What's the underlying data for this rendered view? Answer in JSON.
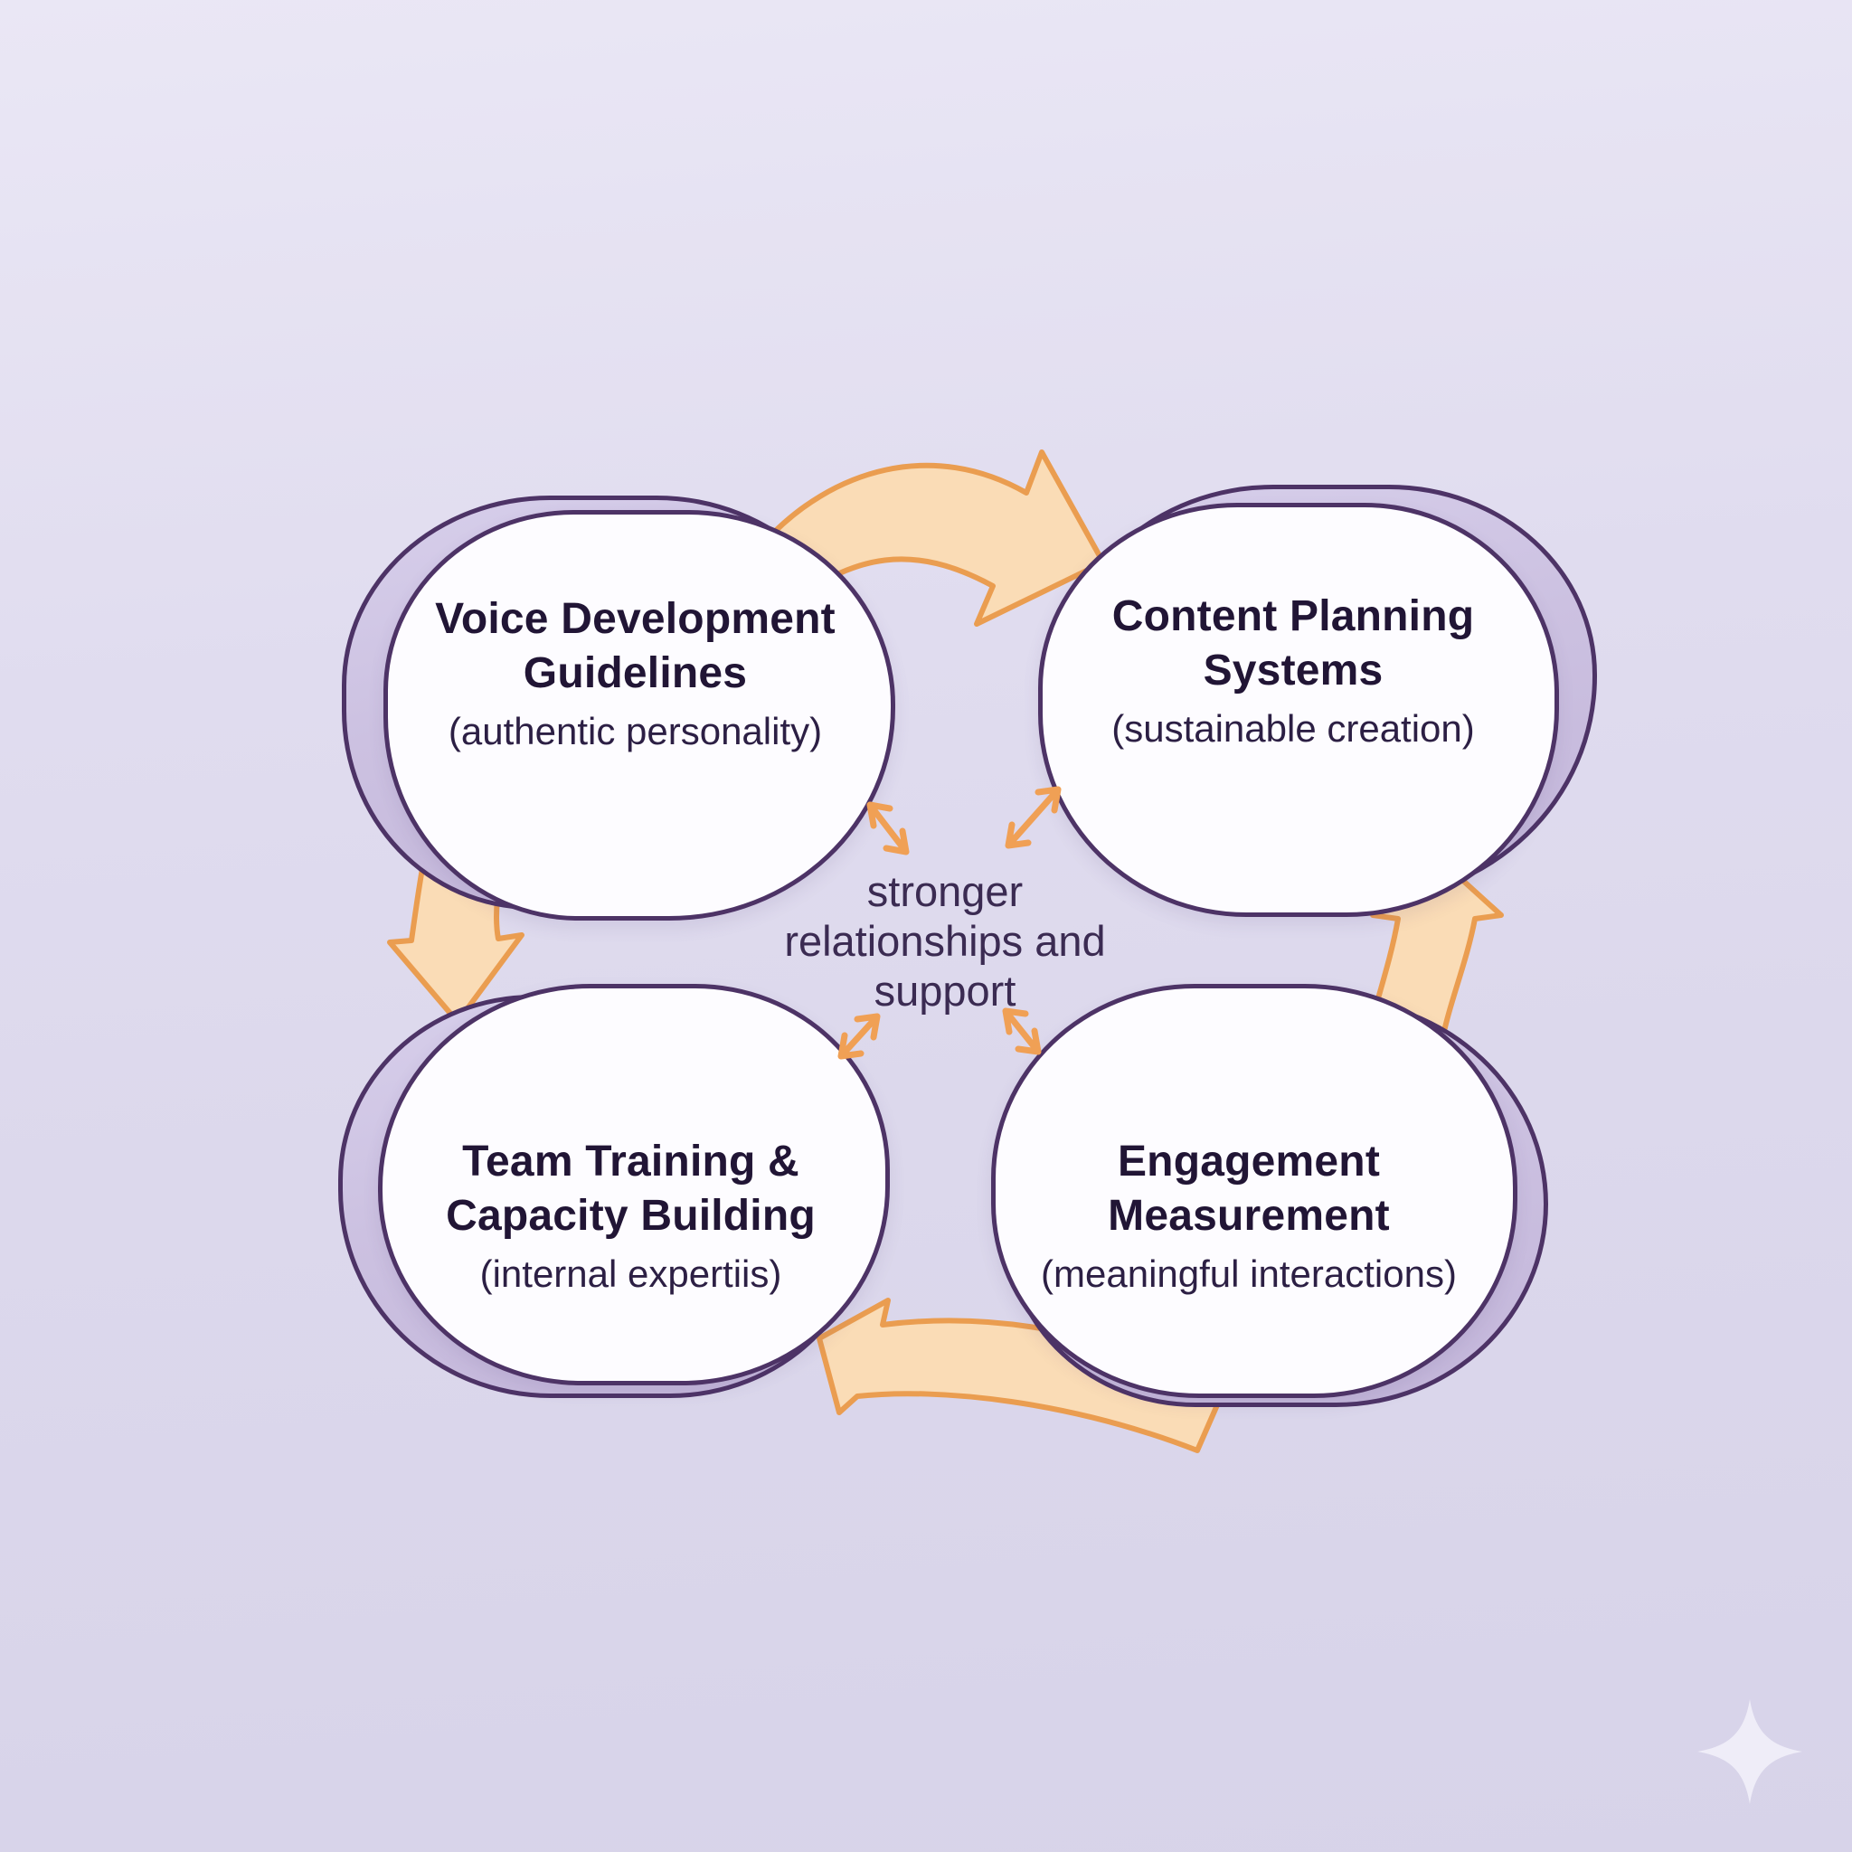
{
  "diagram": {
    "center_label": "stronger relationships and support",
    "nodes": [
      {
        "id": "voice-development-guidelines",
        "title": "Voice Development Guidelines",
        "subtitle": "(authentic personality)"
      },
      {
        "id": "content-planning-systems",
        "title": "Content Planning Systems",
        "subtitle": "(sustainable creation)"
      },
      {
        "id": "team-training-capacity-building",
        "title": "Team Training & Capacity Building",
        "subtitle": "(internal expertiis)"
      },
      {
        "id": "engagement-measurement",
        "title": "Engagement Measurement",
        "subtitle": "(meaningful interactions)"
      }
    ],
    "flow": [
      "voice-development-guidelines -> content-planning-systems",
      "voice-development-guidelines -> team-training-capacity-building",
      "engagement-measurement -> content-planning-systems",
      "engagement-measurement -> team-training-capacity-building"
    ],
    "colors": {
      "background": "#dfdbee",
      "blob_band": "#ccc1e1",
      "blob_outline": "#4d3366",
      "blob_fill": "#fdfcff",
      "arrow_fill": "#fadcb6",
      "arrow_stroke": "#ea9d50",
      "title_text": "#211535",
      "center_text": "#3b2b52"
    },
    "icons": [
      {
        "name": "sparkle-icon"
      }
    ]
  }
}
